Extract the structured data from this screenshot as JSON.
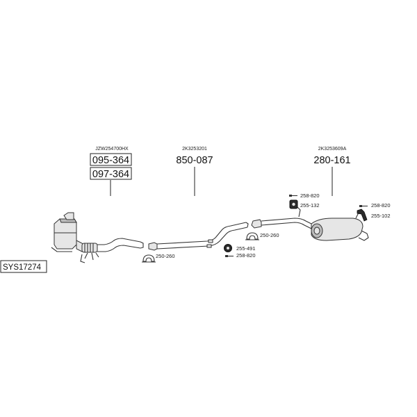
{
  "diagram": {
    "system_code": "SYS17274",
    "assemblies": [
      {
        "oem": "JZW254700HX",
        "parts": [
          "095-364",
          "097-364"
        ]
      },
      {
        "oem": "2K3253201",
        "parts": [
          "850-087"
        ]
      },
      {
        "oem": "2K3253609A",
        "parts": [
          "280-161"
        ]
      }
    ],
    "fittings": [
      {
        "code": "250-260"
      },
      {
        "code": "250-260"
      },
      {
        "code": "255-491"
      },
      {
        "code": "258-820"
      },
      {
        "code": "258-820"
      },
      {
        "code": "255-132"
      },
      {
        "code": "258-820"
      },
      {
        "code": "255-102"
      }
    ]
  }
}
